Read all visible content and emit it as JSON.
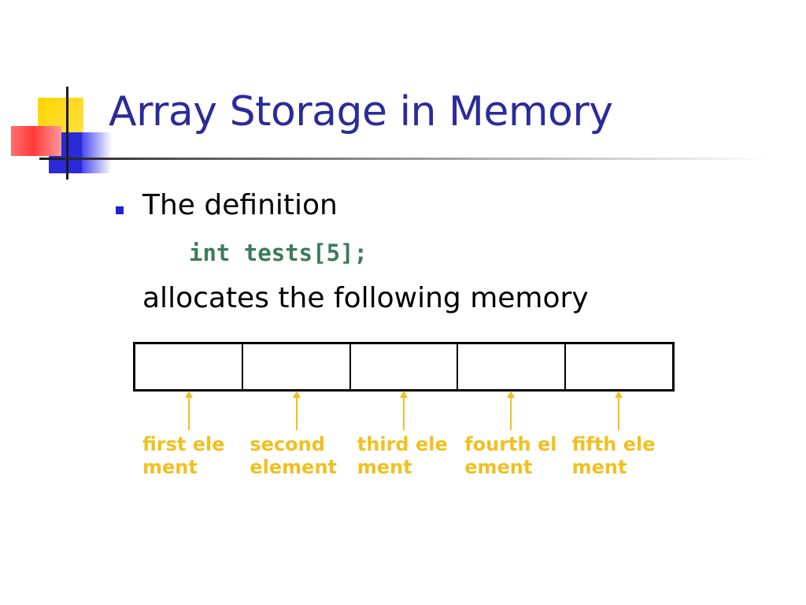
{
  "slide": {
    "title": "Array Storage in Memory",
    "bullet_text": "The definition",
    "code": "int tests[5];",
    "continuation": "allocates the following memory",
    "memory_cells": 5,
    "labels": [
      "first element",
      "second element",
      "third element",
      "fourth element",
      "fifth element"
    ],
    "colors": {
      "title": "#2b2b9a",
      "code": "#3d7a5e",
      "label": "#f0c020",
      "bullet": "#1f1fd6"
    }
  }
}
